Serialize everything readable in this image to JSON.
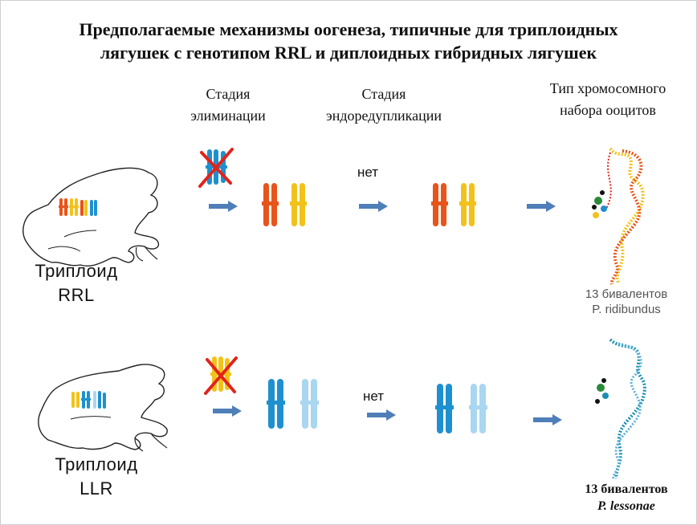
{
  "title": {
    "line1": "Предполагаемые механизмы оогенеза, типичные для триплоидных",
    "line2": "лягушек с генотипом RRL и диплоидных гибридных лягушек"
  },
  "headers": {
    "elimination": {
      "line1": "Стадия",
      "line2": "элиминации"
    },
    "endoreduplication": {
      "line1": "Стадия",
      "line2": "эндоредупликации"
    },
    "oocyte_type": {
      "line1": "Тип хромосомного",
      "line2": "набора ооцитов"
    }
  },
  "rows": [
    {
      "frog_label_line1": "Триплоид",
      "frog_label_line2": "RRL",
      "no_label": "нет",
      "result_line1": "13 бивалентов",
      "result_line2": "P. ridibundus"
    },
    {
      "frog_label_line1": "Триплоид",
      "frog_label_line2": "LLR",
      "no_label": "нет",
      "result_line1": "13 бивалентов",
      "result_line2": "P. lessonae"
    }
  ],
  "colors": {
    "orange": "#e8541a",
    "yellow": "#f2c21b",
    "blue": "#1e90d0",
    "light_blue": "#a9d6f0",
    "arrow": "#4f7fb8",
    "cross": "#e2231a",
    "teal": "#1a8fb0"
  }
}
